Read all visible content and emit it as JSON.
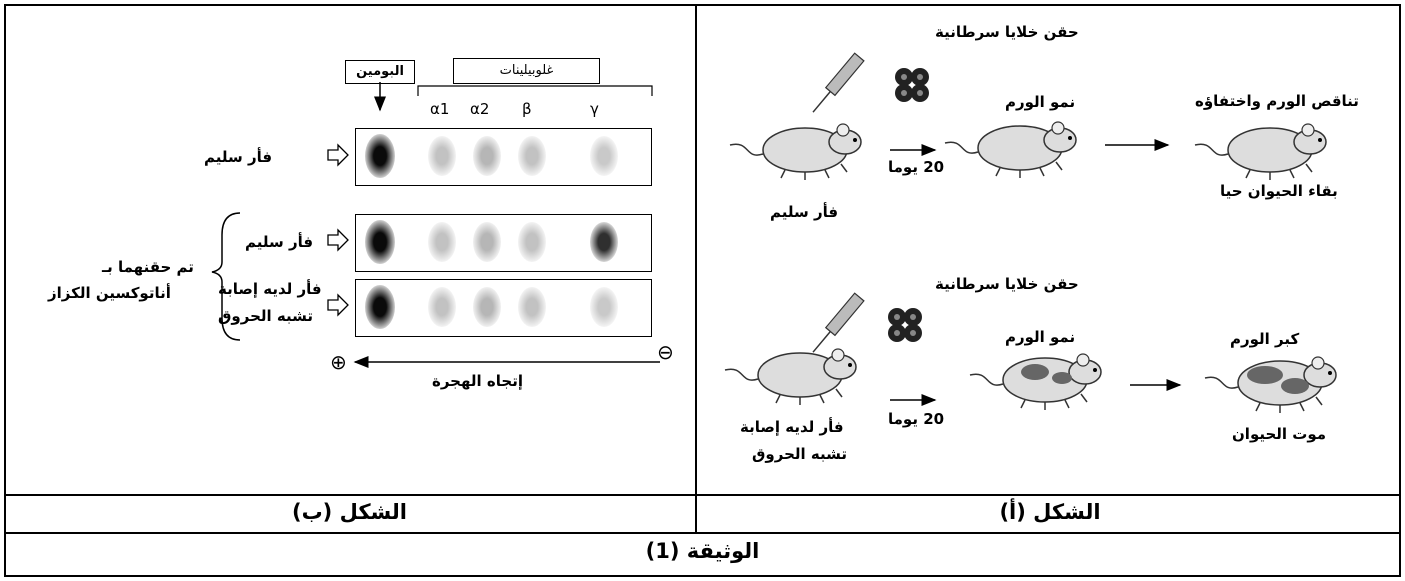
{
  "captions": {
    "fig_a": "الشكل (أ)",
    "fig_b": "الشكل (ب)",
    "document": "الوثيقة (1)"
  },
  "fig_a": {
    "top": {
      "inject": "حقن خلايا سرطانية",
      "mouse": "فأر سليم",
      "days": "20 يوما",
      "growth": "نمو الورم",
      "regression": "تناقص الورم واختفاؤه",
      "survival": "بقاء الحيوان حيا"
    },
    "bottom": {
      "inject": "حقن خلايا سرطانية",
      "mouse_line1": "فأر لديه إصابة",
      "mouse_line2": "تشبه الحروق",
      "days": "20 يوما",
      "growth": "نمو الورم",
      "enlarge": "كبر الورم",
      "death": "موت الحيوان"
    }
  },
  "fig_b": {
    "albumin": "البومين",
    "globulins": "غلوبيلينات",
    "fractions": [
      "α1",
      "α2",
      "β",
      "γ"
    ],
    "rows": [
      {
        "label": "فأر سليم",
        "albumin": 1.0,
        "a1": 0.25,
        "a2": 0.3,
        "b": 0.25,
        "g": 0.22
      },
      {
        "label": "فأر سليم",
        "albumin": 1.0,
        "a1": 0.25,
        "a2": 0.3,
        "b": 0.25,
        "g": 0.85
      },
      {
        "label": "فأر لديه إصابة",
        "label2": "تشبه الحروق",
        "albumin": 1.0,
        "a1": 0.25,
        "a2": 0.3,
        "b": 0.25,
        "g": 0.22
      }
    ],
    "bracket_line1": "تم حقنهما بـ",
    "bracket_line2": "أناتوكسين الكزاز",
    "migration": "إتجاه الهجرة",
    "plus": "⊕",
    "minus": "⊖"
  }
}
